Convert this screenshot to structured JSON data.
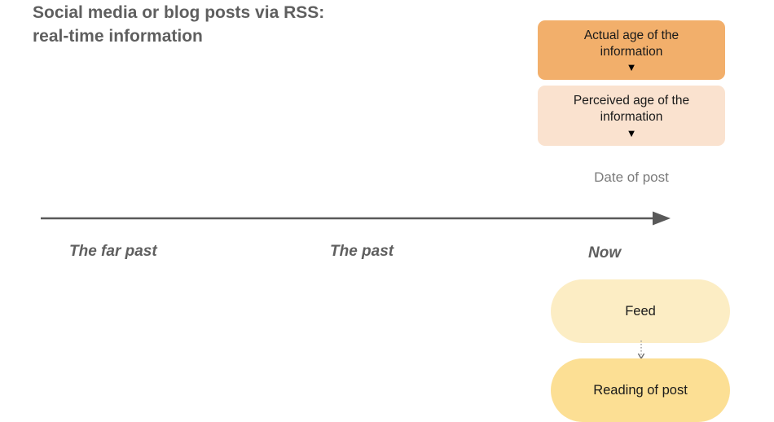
{
  "slide": {
    "title": "Social media or blog posts via RSS:\nreal-time information"
  },
  "age_indicators": [
    {
      "id": "actual-age",
      "label": "Actual age of the\ninformation",
      "marker": "▼",
      "color": "#f2af6b"
    },
    {
      "id": "perceived-age",
      "label": "Perceived age of the\ninformation",
      "marker": "▼",
      "color": "#fae2cf"
    }
  ],
  "date_caption": "Date of post",
  "timeline": {
    "labels": [
      {
        "id": "far-past",
        "text": "The far past"
      },
      {
        "id": "past",
        "text": "The past"
      },
      {
        "id": "now",
        "text": "Now"
      }
    ],
    "line_color": "#595959"
  },
  "flow": [
    {
      "id": "feed",
      "label": "Feed",
      "color": "#fcedc4"
    },
    {
      "id": "reading",
      "label": "Reading of post",
      "color": "#fcdf94"
    }
  ]
}
